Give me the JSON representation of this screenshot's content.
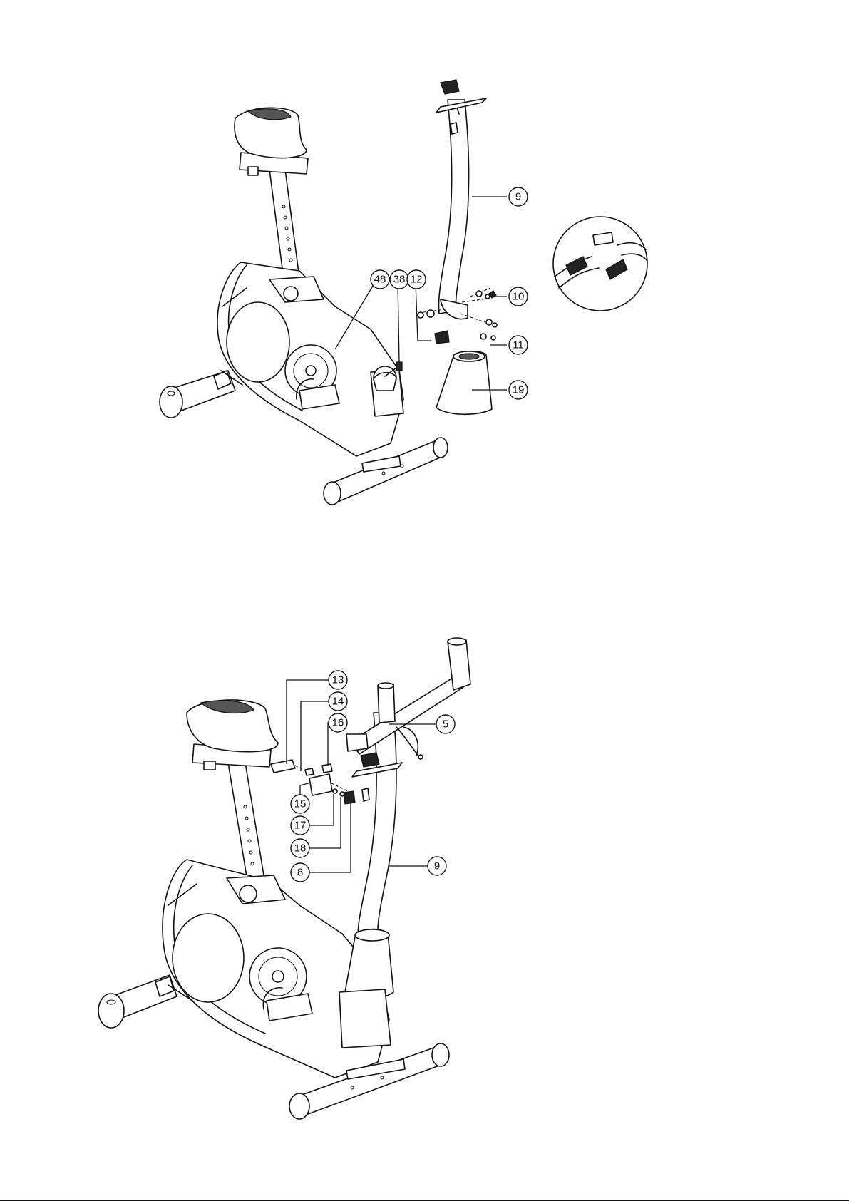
{
  "figures": [
    {
      "callouts": [
        {
          "label": "9"
        },
        {
          "label": "48"
        },
        {
          "label": "38"
        },
        {
          "label": "12"
        },
        {
          "label": "10"
        },
        {
          "label": "11"
        },
        {
          "label": "19"
        }
      ]
    },
    {
      "callouts": [
        {
          "label": "13"
        },
        {
          "label": "14"
        },
        {
          "label": "16"
        },
        {
          "label": "5"
        },
        {
          "label": "15"
        },
        {
          "label": "17"
        },
        {
          "label": "18"
        },
        {
          "label": "8"
        },
        {
          "label": "9"
        }
      ]
    }
  ]
}
